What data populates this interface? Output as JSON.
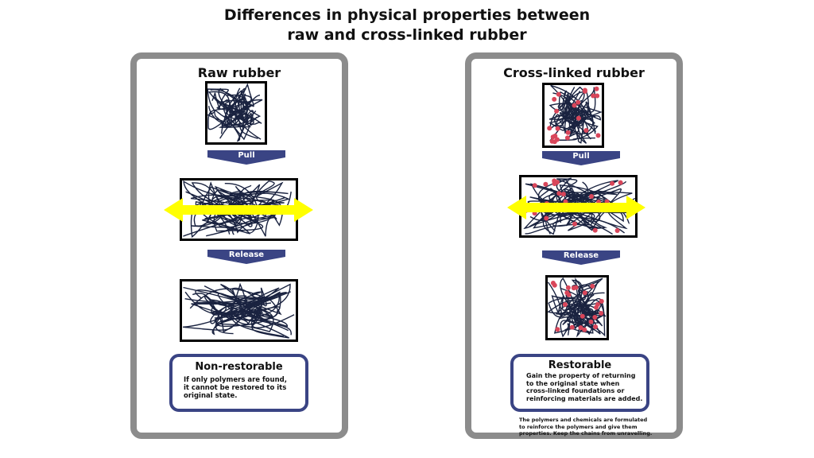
{
  "title": {
    "line1": "Differences in physical properties between",
    "line2": "raw and cross-linked rubber"
  },
  "raw": {
    "heading": "Raw rubber",
    "pull_label": "Pull",
    "release_label": "Release",
    "result_title": "Non-restorable",
    "result_text": [
      "If only polymers are found,",
      "it cannot be restored to its",
      "original state."
    ]
  },
  "crosslinked": {
    "heading": "Cross-linked rubber",
    "pull_label": "Pull",
    "release_label": "Release",
    "result_title": "Restorable",
    "result_text": [
      "Gain the property of returning",
      "to the original state when",
      "cross-linked foundations or",
      "reinforcing materials are added."
    ],
    "footnote": [
      "The polymers and chemicals are formulated",
      "to reinforce the polymers and give them",
      "properties. Keep the chains from unravelling."
    ]
  },
  "colors": {
    "panel_border": "#8c8c8c",
    "tag_fill": "#3a4484",
    "result_border": "#3a4484",
    "chain": "#1a2340",
    "crosslink": "#d9465a",
    "stretch_arrow": "#ffff00"
  }
}
